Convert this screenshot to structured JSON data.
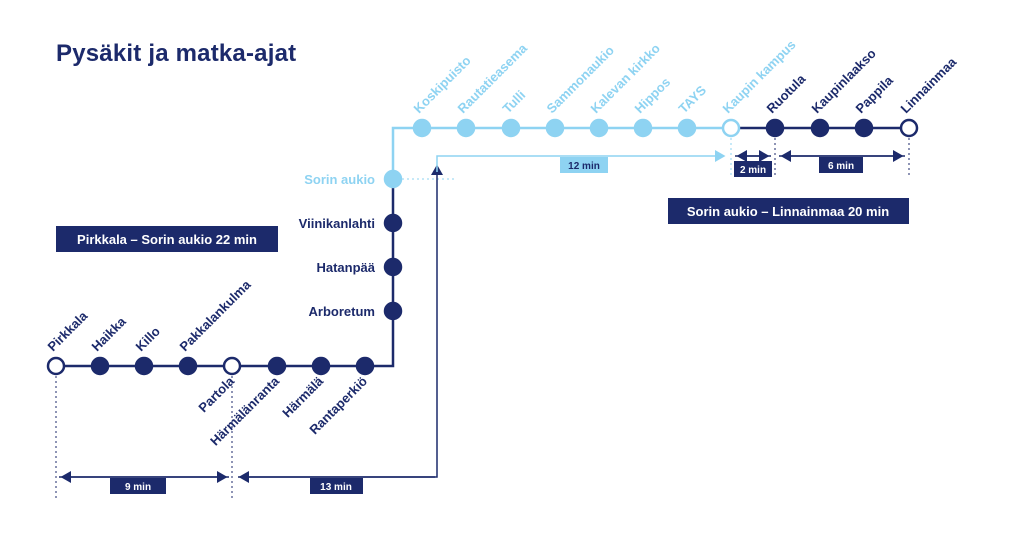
{
  "title": "Pysäkit ja matka-ajat",
  "colors": {
    "dark": "#1c2a6b",
    "light": "#8ed3f2",
    "white": "#ffffff"
  },
  "lower_stops": [
    {
      "label": "Pirkkala",
      "type": "terminal"
    },
    {
      "label": "Haikka",
      "type": "stop"
    },
    {
      "label": "Killo",
      "type": "stop"
    },
    {
      "label": "Pakkalankulma",
      "type": "stop"
    },
    {
      "label": "Partola",
      "type": "terminal"
    },
    {
      "label": "Härmälänranta",
      "type": "stop"
    },
    {
      "label": "Härmälä",
      "type": "stop"
    },
    {
      "label": "Rantaperkiö",
      "type": "stop"
    }
  ],
  "vertical_stops": [
    {
      "label": "Sorin aukio",
      "type": "light"
    },
    {
      "label": "Viinikanlahti",
      "type": "stop"
    },
    {
      "label": "Hatanpää",
      "type": "stop"
    },
    {
      "label": "Arboretum",
      "type": "stop"
    }
  ],
  "upper_stops": [
    {
      "label": "Koskipuisto",
      "type": "light"
    },
    {
      "label": "Rautatieasema",
      "type": "light"
    },
    {
      "label": "Tulli",
      "type": "light"
    },
    {
      "label": "Sammonaukio",
      "type": "light"
    },
    {
      "label": "Kalevan kirkko",
      "type": "light"
    },
    {
      "label": "Hippos",
      "type": "light"
    },
    {
      "label": "TAYS",
      "type": "light"
    },
    {
      "label": "Kaupin kampus",
      "type": "light-terminal"
    },
    {
      "label": "Ruotula",
      "type": "stop"
    },
    {
      "label": "Kaupinlaakso",
      "type": "stop"
    },
    {
      "label": "Pappila",
      "type": "stop"
    },
    {
      "label": "Linnainmaa",
      "type": "terminal"
    }
  ],
  "route_boxes": {
    "pirkkala_sorin": "Pirkkala – Sorin aukio 22 min",
    "sorin_linnainmaa": "Sorin aukio – Linnainmaa 20 min"
  },
  "durations": {
    "pirkkala_partola": "9 min",
    "partola_sorin": "13 min",
    "sorin_kaupin": "12 min",
    "kaupin_ruotula": "2 min",
    "ruotula_linnainmaa": "6 min"
  }
}
